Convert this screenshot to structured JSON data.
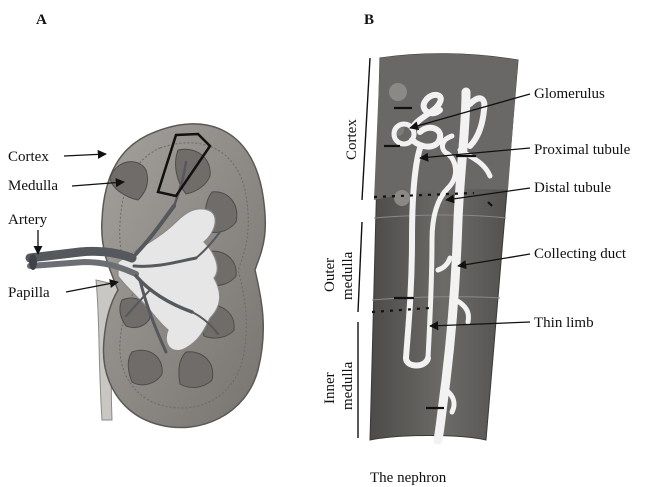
{
  "panels": {
    "a": "A",
    "b": "B"
  },
  "kidney_labels": {
    "cortex": "Cortex",
    "medulla": "Medulla",
    "artery": "Artery",
    "papilla": "Papilla"
  },
  "nephron_labels": {
    "glomerulus": "Glomerulus",
    "proximal_tubule": "Proximal tubule",
    "distal_tubule": "Distal tubule",
    "collecting_duct": "Collecting duct",
    "thin_limb": "Thin limb"
  },
  "zone_labels": {
    "cortex": "Cortex",
    "outer_medulla_1": "Outer",
    "outer_medulla_2": "medulla",
    "inner_medulla_1": "Inner",
    "inner_medulla_2": "medulla"
  },
  "caption": "The nephron",
  "colors": {
    "kidney_tissue": "#8d8a86",
    "pyramid": "#6f6c69",
    "pelvis": "#e6e6e6",
    "vessel": "#55585c",
    "nephron_bg": "#5e5c5a",
    "tubule": "#f2f2f2"
  }
}
